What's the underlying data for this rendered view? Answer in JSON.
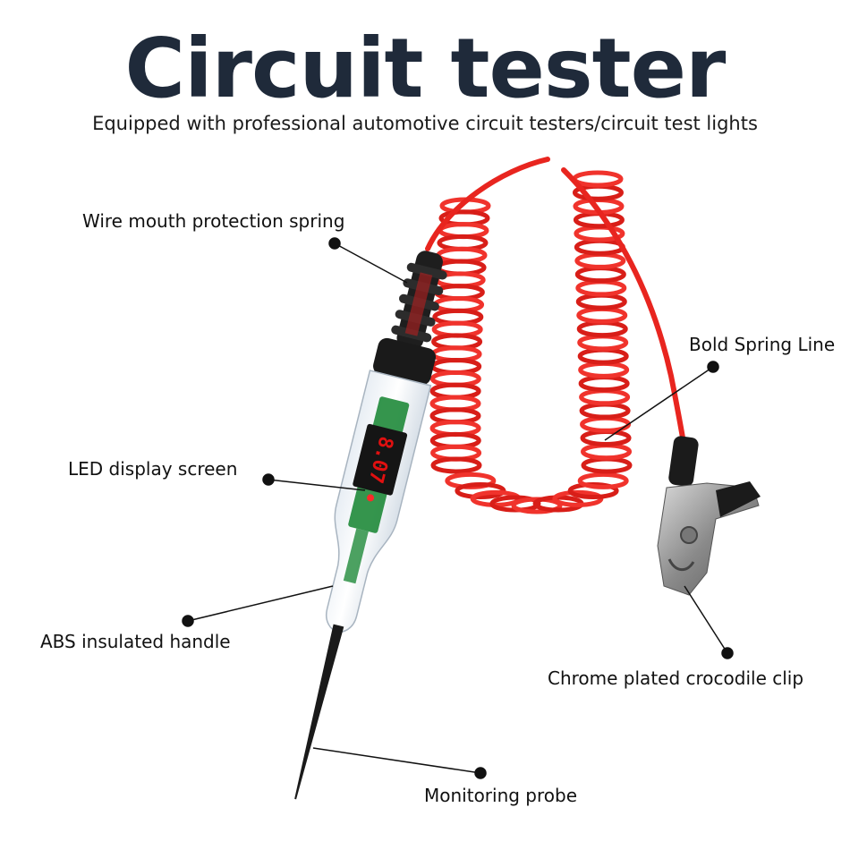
{
  "title": "Circuit tester",
  "subtitle": "Equipped with professional automotive circuit testers/circuit test lights",
  "callouts": {
    "spring": "Wire mouth protection spring",
    "bold_line": "Bold Spring Line",
    "led": "LED display screen",
    "handle": "ABS insulated handle",
    "clip": "Chrome plated crocodile clip",
    "probe": "Monitoring probe"
  },
  "display_reading": "8.07",
  "colors": {
    "title": "#1f2a3a",
    "cable": "#e8251f",
    "display_digits": "#e01010",
    "pcb": "#1f8a3a"
  }
}
